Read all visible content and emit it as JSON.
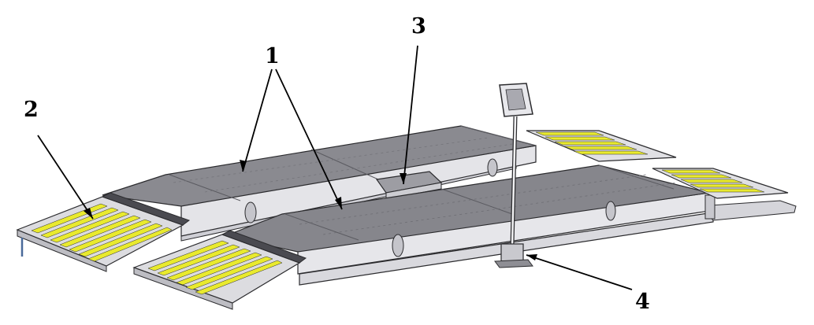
{
  "callouts": {
    "ramp_label": "2",
    "platform_label": "1",
    "crossbeam_label": "3",
    "stand_label": "4"
  },
  "colors": {
    "platform_top": "#838389",
    "platform_top_light": "#9a9aa0",
    "frame": "#e2e2e6",
    "frame_shadow": "#b6b6bc",
    "stripe": "#e9ea2e",
    "edge": "#2b2b2e",
    "leader": "#000000"
  },
  "icons": {
    "console": "control-console-icon"
  }
}
